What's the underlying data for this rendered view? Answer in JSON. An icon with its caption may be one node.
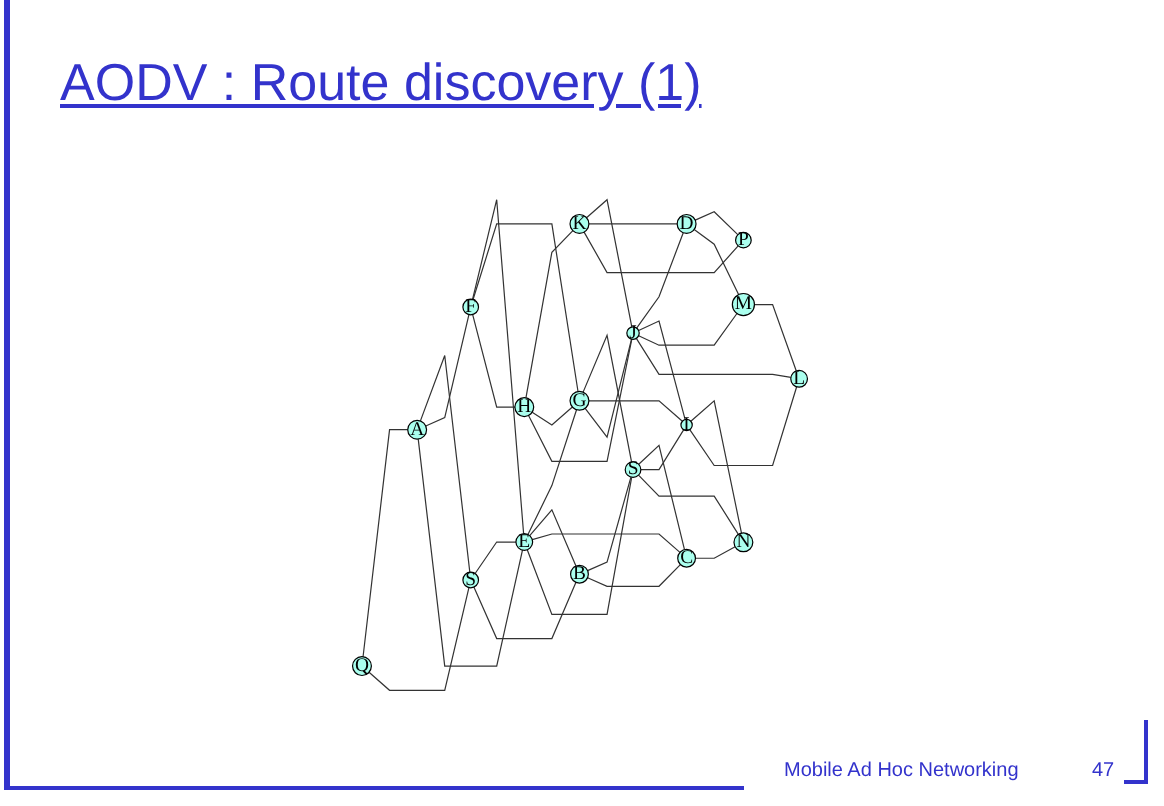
{
  "diagram": {
    "title": "AODV : Route discovery (1)",
    "nodes": [
      {
        "text": [
          "Q"
        ]
      },
      {
        "text": [
          "A"
        ]
      },
      {
        "text": [
          "F"
        ]
      },
      {
        "text": [
          "H"
        ]
      },
      {
        "text": [
          "K"
        ]
      },
      {
        "text": [
          "S"
        ]
      },
      {
        "text": [
          "E"
        ]
      },
      {
        "text": [
          "G"
        ]
      },
      {
        "text": [
          "J"
        ]
      },
      {
        "text": [
          "D"
        ]
      },
      {
        "text": [
          "P"
        ]
      },
      {
        "text": [
          "B"
        ]
      },
      {
        "text": [
          "S"
        ]
      },
      {
        "text": [
          "I"
        ]
      },
      {
        "text": [
          "M"
        ]
      },
      {
        "text": [
          "L"
        ]
      },
      {
        "text": [
          "C"
        ]
      },
      {
        "text": [
          "N"
        ]
      }
    ],
    "edges": [
      {
        "from": 0,
        "to": 1,
        "arrow": "none"
      },
      {
        "from": 0,
        "to": 5,
        "arrow": "none"
      },
      {
        "from": 1,
        "to": 5,
        "arrow": "none"
      },
      {
        "from": 1,
        "to": 2,
        "arrow": "none"
      },
      {
        "from": 1,
        "to": 6,
        "arrow": "none"
      },
      {
        "from": 5,
        "to": 6,
        "arrow": "none"
      },
      {
        "from": 5,
        "to": 11,
        "arrow": "none"
      },
      {
        "from": 2,
        "to": 6,
        "arrow": "none"
      },
      {
        "from": 2,
        "to": 7,
        "arrow": "none"
      },
      {
        "from": 2,
        "to": 3,
        "arrow": "none"
      },
      {
        "from": 3,
        "to": 4,
        "arrow": "none"
      },
      {
        "from": 3,
        "to": 7,
        "arrow": "none"
      },
      {
        "from": 3,
        "to": 8,
        "arrow": "none"
      },
      {
        "from": 4,
        "to": 8,
        "arrow": "none"
      },
      {
        "from": 4,
        "to": 9,
        "arrow": "none"
      },
      {
        "from": 4,
        "to": 10,
        "arrow": "none"
      },
      {
        "from": 6,
        "to": 7,
        "arrow": "none"
      },
      {
        "from": 6,
        "to": 11,
        "arrow": "none"
      },
      {
        "from": 6,
        "to": 16,
        "arrow": "none"
      },
      {
        "from": 6,
        "to": 12,
        "arrow": "none"
      },
      {
        "from": 7,
        "to": 12,
        "arrow": "none"
      },
      {
        "from": 7,
        "to": 13,
        "arrow": "none"
      },
      {
        "from": 7,
        "to": 8,
        "arrow": "none"
      },
      {
        "from": 8,
        "to": 9,
        "arrow": "none"
      },
      {
        "from": 8,
        "to": 13,
        "arrow": "none"
      },
      {
        "from": 8,
        "to": 14,
        "arrow": "none"
      },
      {
        "from": 8,
        "to": 15,
        "arrow": "none"
      },
      {
        "from": 9,
        "to": 10,
        "arrow": "none"
      },
      {
        "from": 9,
        "to": 14,
        "arrow": "none"
      },
      {
        "from": 14,
        "to": 15,
        "arrow": "none"
      },
      {
        "from": 11,
        "to": 12,
        "arrow": "none"
      },
      {
        "from": 11,
        "to": 16,
        "arrow": "none"
      },
      {
        "from": 12,
        "to": 16,
        "arrow": "none"
      },
      {
        "from": 12,
        "to": 13,
        "arrow": "none"
      },
      {
        "from": 12,
        "to": 17,
        "arrow": "none"
      },
      {
        "from": 13,
        "to": 17,
        "arrow": "none"
      },
      {
        "from": 13,
        "to": 15,
        "arrow": "none"
      },
      {
        "from": 16,
        "to": 17,
        "arrow": "none"
      }
    ],
    "labels": [
      "Mobile Ad Hoc Networking",
      "47"
    ]
  }
}
